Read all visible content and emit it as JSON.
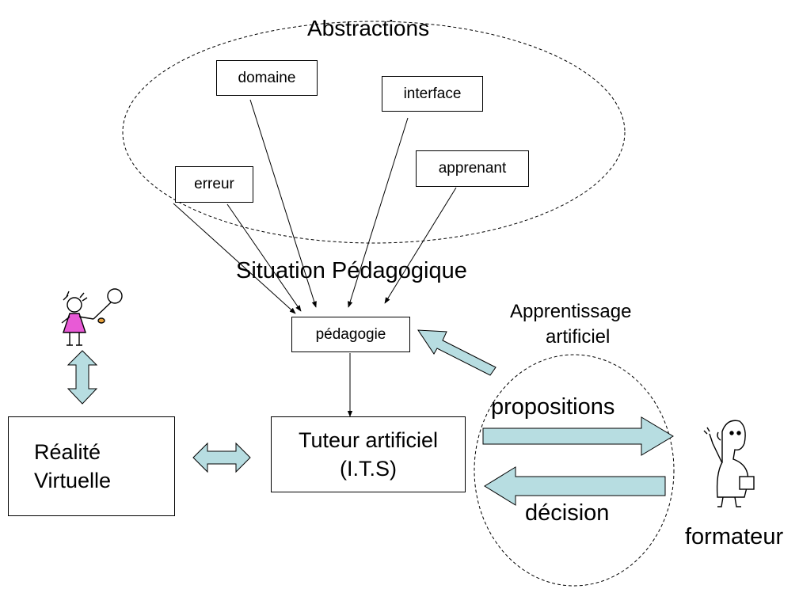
{
  "clusters": {
    "abstractions": "Abstractions",
    "situation": "Situation Pédagogique",
    "apprentissage_line1": "Apprentissage",
    "apprentissage_line2": "artificiel"
  },
  "models": {
    "domaine": "domaine",
    "interface": "interface",
    "apprenant": "apprenant",
    "erreur": "erreur",
    "pedagogie": "pédagogie"
  },
  "nodes": {
    "tuteur_line1": "Tuteur artificiel",
    "tuteur_line2": "(I.T.S)",
    "realite_line1": "Réalité",
    "realite_line2": "Virtuelle"
  },
  "flows": {
    "propositions": "propositions",
    "decision": "décision"
  },
  "actors": {
    "formateur": "formateur"
  },
  "colors": {
    "arrow_fill": "#b7dde1",
    "line": "#000000",
    "dress": "#e85ad6"
  }
}
